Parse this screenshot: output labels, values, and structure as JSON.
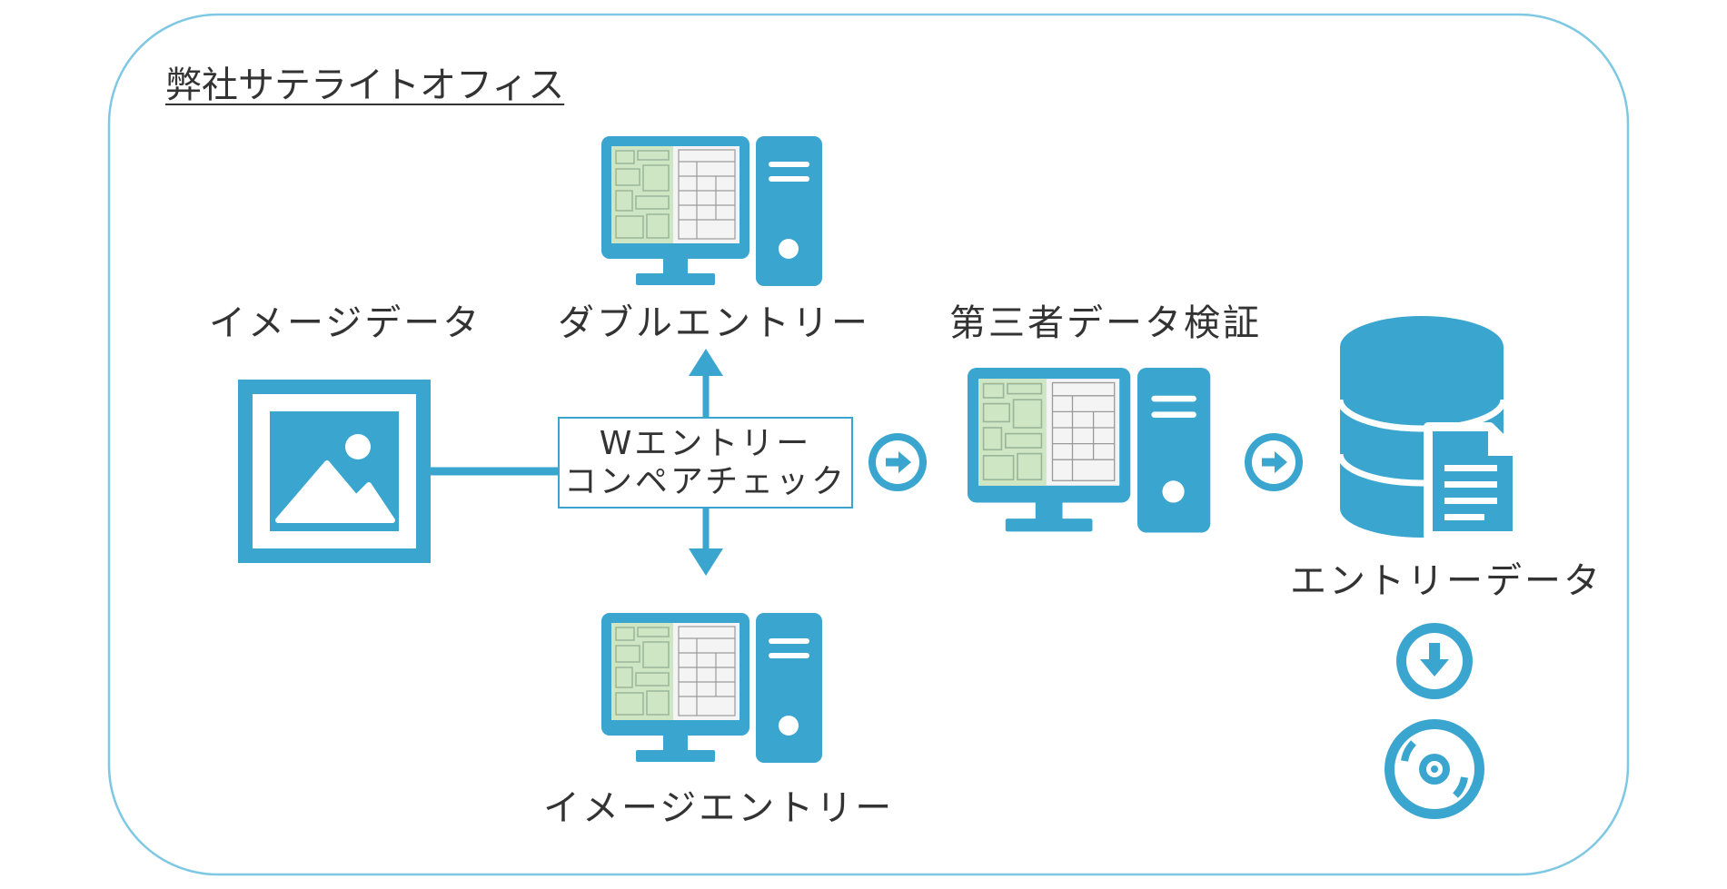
{
  "office_title": "弊社サテライトオフィス",
  "labels": {
    "image_data": "イメージデータ",
    "double_entry": "ダブルエントリー",
    "third_party_check": "第三者データ検証",
    "entry_data": "エントリーデータ",
    "image_entry": "イメージエントリー"
  },
  "compare_box": {
    "line1": "Wエントリー",
    "line2": "コンペアチェック"
  },
  "colors": {
    "accent": "#3aa6cf",
    "frame": "#7ec8e3",
    "text": "#333333",
    "screen_green": "#cfe6c4",
    "screen_paper": "#f4f4f4"
  },
  "icons": [
    "image-data-icon",
    "computer-icon",
    "database-icon",
    "document-icon",
    "arrow-right-icon",
    "download-icon",
    "disc-icon"
  ]
}
